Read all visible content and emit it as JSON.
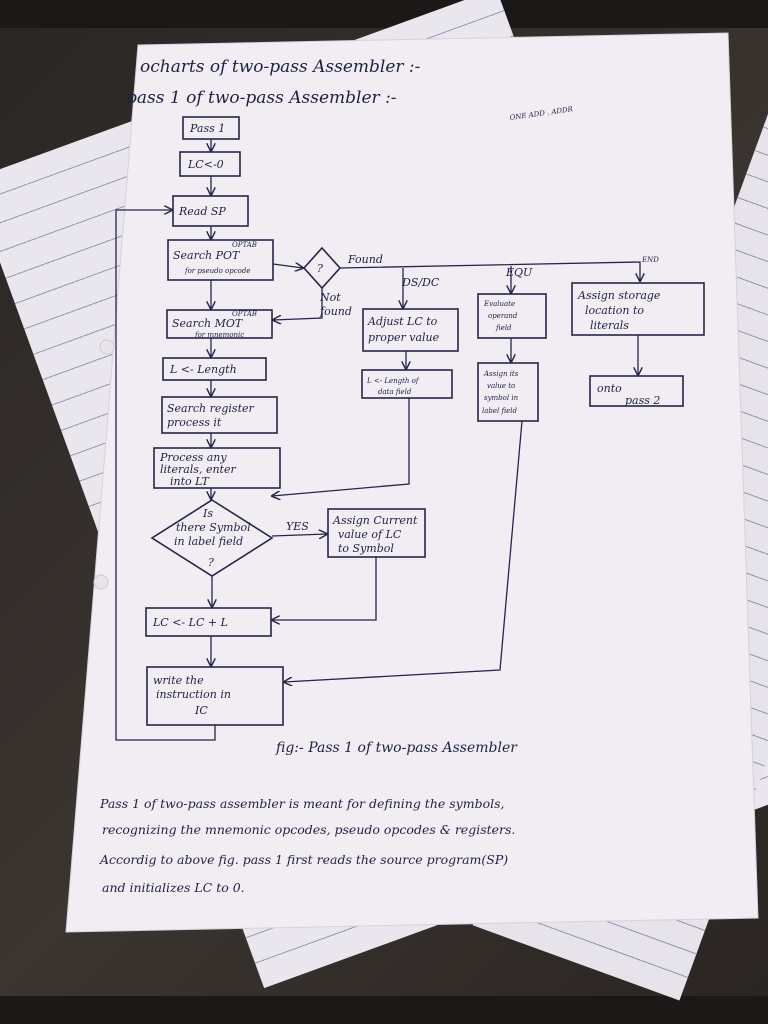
{
  "heading": {
    "title": "ocharts of two-pass Assembler :-",
    "subtitle": "pass 1 of two-pass Assembler :-",
    "corner_note": "ONE ADD . ADDR"
  },
  "flowchart": {
    "pass1": "Pass 1",
    "lc0": "LC<-0",
    "read_sp": "Read SP",
    "search_pot": [
      "Search POT",
      "for pseudo opcode"
    ],
    "optab_tag_1": "OPTAB",
    "decision_q": "?",
    "found": "Found",
    "not_found": [
      "Not",
      "found"
    ],
    "search_mot": [
      "Search MOT",
      "for mnemonic"
    ],
    "optab_tag_2": "OPTAB",
    "l_length": "L <- Length",
    "search_register": [
      "Search register",
      "process it"
    ],
    "process_literals": [
      "Process any",
      "literals, enter",
      "into LT"
    ],
    "symbol_decision": [
      "Is",
      "there Symbol",
      "in label field",
      "?"
    ],
    "yes": "YES",
    "assign_value": [
      "Assign Current",
      "value of LC",
      "to Symbol"
    ],
    "lc_update": "LC <- LC + L",
    "write_instruction": [
      "write the",
      "instruction in",
      "IC"
    ],
    "ds_dc": "DS/DC",
    "equ": "EQU",
    "end": "END",
    "adjust_lc": [
      "Adjust LC to",
      "proper value"
    ],
    "l_length_data": [
      "L <- Length of",
      "data field"
    ],
    "evaluate_operand": [
      "Evaluate",
      "operand",
      "field"
    ],
    "assign_symbol": [
      "Assign its",
      "value to",
      "symbol in",
      "label field"
    ],
    "assign_storage": [
      "Assign storage",
      "location to",
      "literals"
    ],
    "onto_pass2": [
      "onto",
      "pass 2"
    ]
  },
  "caption": "fig:- Pass 1 of two-pass Assembler",
  "paragraph": [
    "Pass 1 of two-pass assembler is meant for defining the symbols,",
    "recognizing the mnemonic opcodes, pseudo opcodes & registers.",
    "Accordig to above fig. pass 1 first reads the source program(SP)",
    "and initializes LC to 0."
  ]
}
